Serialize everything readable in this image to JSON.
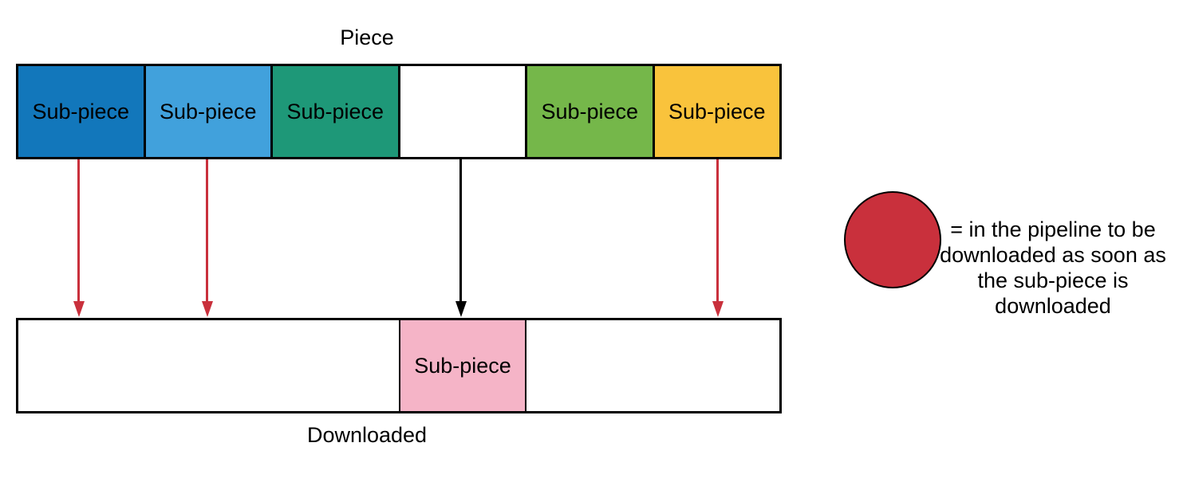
{
  "palette": {
    "dark_blue": "#1277bb",
    "light_blue": "#41a1dc",
    "teal": "#1e9878",
    "green": "#75b74a",
    "yellow": "#f9c33c",
    "pink": "#f5b4c7",
    "red": "#c9303c",
    "outline": "#000000"
  },
  "piece": {
    "title": "Piece",
    "cells": [
      {
        "label": "Sub-piece",
        "color": "#1277bb"
      },
      {
        "label": "Sub-piece",
        "color": "#41a1dc"
      },
      {
        "label": "Sub-piece",
        "color": "#1e9878"
      },
      {
        "label": "",
        "color": "#ffffff"
      },
      {
        "label": "Sub-piece",
        "color": "#75b74a"
      },
      {
        "label": "Sub-piece",
        "color": "#f9c33c"
      }
    ]
  },
  "downloaded": {
    "title": "Downloaded",
    "sub_piece_label": "Sub-piece",
    "sub_piece_color": "#f5b4c7"
  },
  "arrows": [
    {
      "from": "sub-piece-1",
      "color": "#c9303c"
    },
    {
      "from": "sub-piece-2",
      "color": "#c9303c"
    },
    {
      "from": "empty-slot",
      "color": "#000000"
    },
    {
      "from": "sub-piece-6",
      "color": "#c9303c"
    }
  ],
  "legend": {
    "circle_color": "#c9303c",
    "text": "= in the pipeline to be\ndownloaded as soon as\nthe sub-piece is\ndownloaded"
  }
}
